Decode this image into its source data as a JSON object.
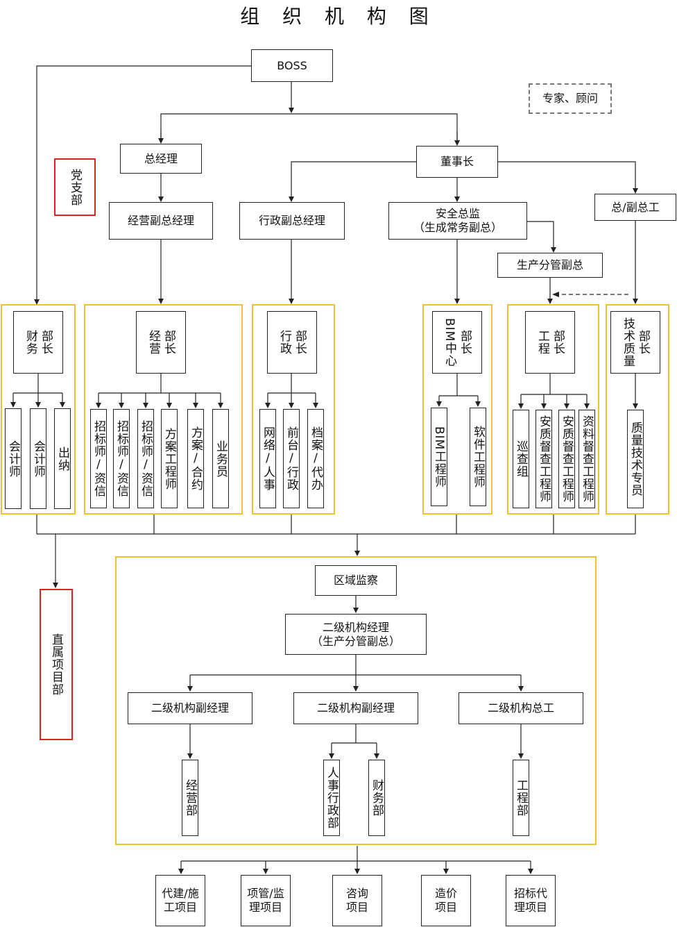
{
  "title": "组 织 机 构 图",
  "boss": "BOSS",
  "experts": "专家、顾问",
  "party": "党支部",
  "gm": "总经理",
  "chairman": "董事长",
  "chief_engineer": "总/副总工",
  "business_vp": "经营副总经理",
  "admin_vp": "行政副总经理",
  "safety_director": "安全总监\n（生成常务副总）",
  "production_vp": "生产分管副总",
  "departments": {
    "finance": {
      "head": [
        "财务",
        "部长"
      ],
      "roles": [
        "会计师",
        "会计师",
        "出纳"
      ]
    },
    "business": {
      "head": [
        "经营",
        "部长"
      ],
      "roles": [
        "招标师/资信",
        "招标师/资信",
        "招标师/资信",
        "方案工程师",
        "方案/合约",
        "业务员"
      ]
    },
    "admin": {
      "head": [
        "行政",
        "部长"
      ],
      "roles": [
        "网络/人事",
        "前台/行政",
        "档案/代办"
      ]
    },
    "bim": {
      "head": [
        "BIM中心",
        "部长"
      ],
      "roles": [
        "BIM工程师",
        "软件工程师"
      ]
    },
    "engineering": {
      "head": [
        "工程",
        "部长"
      ],
      "roles": [
        "巡查组",
        "安质督查工程师",
        "安质督查工程师",
        "资料督查工程师"
      ]
    },
    "quality": {
      "head": [
        "技术质量",
        "部长"
      ],
      "roles": [
        "质量技术专员"
      ]
    }
  },
  "direct_projects": "直属项目部",
  "regional": {
    "inspection": "区域监察",
    "manager": "二级机构经理\n（生产分管副总）",
    "deputies": [
      "二级机构副经理",
      "二级机构副经理",
      "二级机构总工"
    ],
    "units": [
      "经营部",
      "人事行政部",
      "财务部",
      "工程部"
    ]
  },
  "projects": [
    "代建/施\n工项目",
    "项管/监\n理项目",
    "咨询\n项目",
    "造价\n项目",
    "招标代\n理项目"
  ]
}
